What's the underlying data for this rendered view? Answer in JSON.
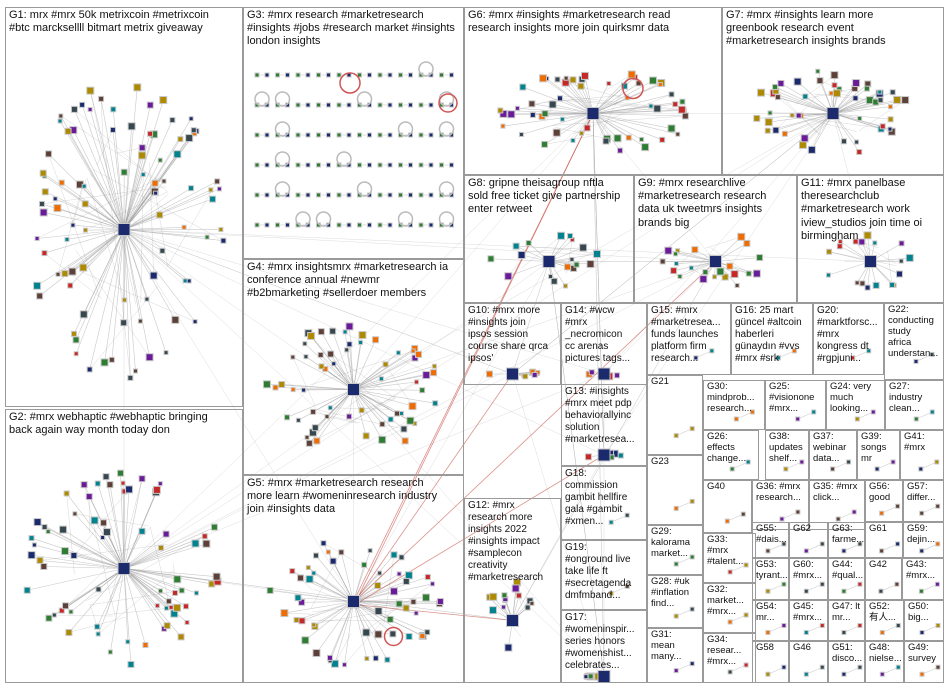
{
  "groups": [
    {
      "id": "G1",
      "label": "G1: mrx #mrx 50k metrixcoin #metrixcoin\n#btc marcksellll bitmart metrix giveaway"
    },
    {
      "id": "G2",
      "label": "G2: #mrx webhaptic #webhaptic bringing\nback again way month today don"
    },
    {
      "id": "G3",
      "label": "G3: #mrx research #marketresearch\n#insights #jobs #research market #insights\nlondon insights"
    },
    {
      "id": "G4",
      "label": "G4: #mrx insightsmrx #marketresearch ia\nconference annual #newmr\n#b2bmarketing #sellerdoer members"
    },
    {
      "id": "G5",
      "label": "G5: #mrx #marketresearch research\nmore learn #womeninresearch industry\njoin #insights data"
    },
    {
      "id": "G6",
      "label": "G6: #mrx #insights #marketresearch read\nresearch insights more join quirksmr data"
    },
    {
      "id": "G7",
      "label": "G7: #mrx #insights learn more\ngreenbook research event\n#marketresearch insights brands"
    },
    {
      "id": "G8",
      "label": "G8: gripne theisagroup nftla\nsold free ticket give partnership\nenter retweet"
    },
    {
      "id": "G9",
      "label": "G9: #mrx researchlive\n#marketresearch research\ndata uk tweetmrs insights\nbrands big"
    },
    {
      "id": "G10",
      "label": "G10: #mrx more\n#insights join\nipsos session\ncourse share qrca\nipsos'"
    },
    {
      "id": "G11",
      "label": "G11: #mrx panelbase\ntheresearchclub\n#marketresearch work\niview_studios join time oi\nbirmingham"
    },
    {
      "id": "G12",
      "label": "G12: #mrx\nresearch more\ninsights 2022\n#insights impact\n#samplecon\ncreativity\n#marketresearch"
    },
    {
      "id": "G13",
      "label": "G13: #insights\n#mrx meet pdp\nbehaviorallyinc\nsolution\n#marketresea..."
    },
    {
      "id": "G14",
      "label": "G14: #wcw\n#mrx\n_necromicon\ncc arenas\npictures tags..."
    },
    {
      "id": "G15",
      "label": "G15: #mrx\n#marketresea...\nfunds launches\nplatform firm\nresearch..."
    },
    {
      "id": "G16",
      "label": "G16: 25 mart\ngüncel #altcoin\nhaberleri\ngünaydın #vvs\n#mrx #srk"
    },
    {
      "id": "G17",
      "label": "G17:\n#womeninspir...\nseries honors\n#womenshist...\ncelebrates..."
    },
    {
      "id": "G18",
      "label": "G18:\ncommission\ngambit hellfire\ngala #gambit\n#xmen..."
    },
    {
      "id": "G19",
      "label": "G19:\n#onground live\ntake life ft\n#secretagenda\ndmfmband..."
    },
    {
      "id": "G20",
      "label": "G20:\n#marktforsc...\n#mrx\nkongress dt\n#rgpjuni..."
    },
    {
      "id": "G21",
      "label": "G21"
    },
    {
      "id": "G22",
      "label": "G22:\nconducting\nstudy\nafrica\nunderstan..."
    },
    {
      "id": "G23",
      "label": "G23"
    },
    {
      "id": "G24",
      "label": "G24: very\nmuch\nlooking..."
    },
    {
      "id": "G25",
      "label": "G25:\n#visionone\n#mrx..."
    },
    {
      "id": "G26",
      "label": "G26:\neffects\nchange..."
    },
    {
      "id": "G27",
      "label": "G27:\nindustry\nclean..."
    },
    {
      "id": "G28",
      "label": "G28: #uk\n#inflation\nfind..."
    },
    {
      "id": "G29",
      "label": "G29:\nkalorama\nmarket..."
    },
    {
      "id": "G30",
      "label": "G30:\nmindprob...\nresearch..."
    },
    {
      "id": "G31",
      "label": "G31:\nmean\nmany..."
    },
    {
      "id": "G32",
      "label": "G32:\nmarket...\n#mrx..."
    },
    {
      "id": "G33",
      "label": "G33:\n#mrx\n#talent..."
    },
    {
      "id": "G34",
      "label": "G34:\nresear...\n#mrx..."
    },
    {
      "id": "G35",
      "label": "G35: #mrx\nclick..."
    },
    {
      "id": "G36",
      "label": "G36: #mrx\nresearch..."
    },
    {
      "id": "G37",
      "label": "G37:\nwebinar\ndata..."
    },
    {
      "id": "G38",
      "label": "G38:\nupdates\nshelf..."
    },
    {
      "id": "G39",
      "label": "G39:\nsongs\nmr"
    },
    {
      "id": "G40",
      "label": "G40"
    },
    {
      "id": "G41",
      "label": "G41:\n#mrx"
    },
    {
      "id": "G42",
      "label": "G42"
    },
    {
      "id": "G43",
      "label": "G43:\n#mrx..."
    },
    {
      "id": "G44",
      "label": "G44:\n#qual..."
    },
    {
      "id": "G45",
      "label": "G45:\n#mrx..."
    },
    {
      "id": "G46",
      "label": "G46"
    },
    {
      "id": "G47",
      "label": "G47: lt\nmr..."
    },
    {
      "id": "G48",
      "label": "G48:\nnielse..."
    },
    {
      "id": "G49",
      "label": "G49:\nsurvey"
    },
    {
      "id": "G50",
      "label": "G50:\nbig..."
    },
    {
      "id": "G51",
      "label": "G51:\ndisco..."
    },
    {
      "id": "G52",
      "label": "G52:\n有人..."
    },
    {
      "id": "G53",
      "label": "G53:\ntyrant..."
    },
    {
      "id": "G54",
      "label": "G54:\nmr..."
    },
    {
      "id": "G55",
      "label": "G55:\n#dais..."
    },
    {
      "id": "G56",
      "label": "G56:\ngood"
    },
    {
      "id": "G57",
      "label": "G57:\ndiffer..."
    },
    {
      "id": "G58",
      "label": "G58"
    },
    {
      "id": "G59",
      "label": "G59:\ndejin..."
    },
    {
      "id": "G60",
      "label": "G60:\n#mrx..."
    },
    {
      "id": "G61",
      "label": "G61"
    },
    {
      "id": "G62",
      "label": "G62"
    },
    {
      "id": "G63",
      "label": "G63:\nfarme..."
    }
  ],
  "colors": {
    "edge": "#9a9a9a",
    "node_fill": "#1a2a6c",
    "node_stroke": "#c8c8c8",
    "highlight_edge": "#c0392b",
    "selfloop": "#d35454"
  }
}
